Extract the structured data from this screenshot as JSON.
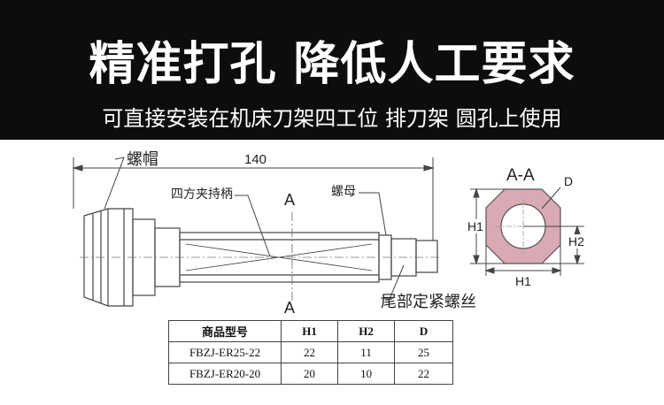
{
  "header": {
    "title": "精准打孔 降低人工要求",
    "subtitle": "可直接安装在机床刀架四工位 排刀架 圆孔上使用"
  },
  "drawing": {
    "label_cap": "螺帽",
    "dimension_length": "140",
    "label_square_shank": "四方夹持柄",
    "label_nut": "螺母",
    "section_mark_top": "A",
    "section_mark_bottom": "A",
    "label_tail_screw": "尾部定紧螺丝",
    "section_title": "A-A",
    "dim_d": "D",
    "dim_h1_vertical": "H1",
    "dim_h2": "H2",
    "dim_h1_horizontal": "H1"
  },
  "spec_table": {
    "headers": [
      "商品型号",
      "H1",
      "H2",
      "D"
    ],
    "rows": [
      [
        "FBZJ-ER25-22",
        "22",
        "11",
        "25"
      ],
      [
        "FBZJ-ER20-20",
        "20",
        "10",
        "22"
      ]
    ]
  },
  "colors": {
    "header_bg": "#0d0d0d",
    "section_fill": "#d9a9b4"
  }
}
